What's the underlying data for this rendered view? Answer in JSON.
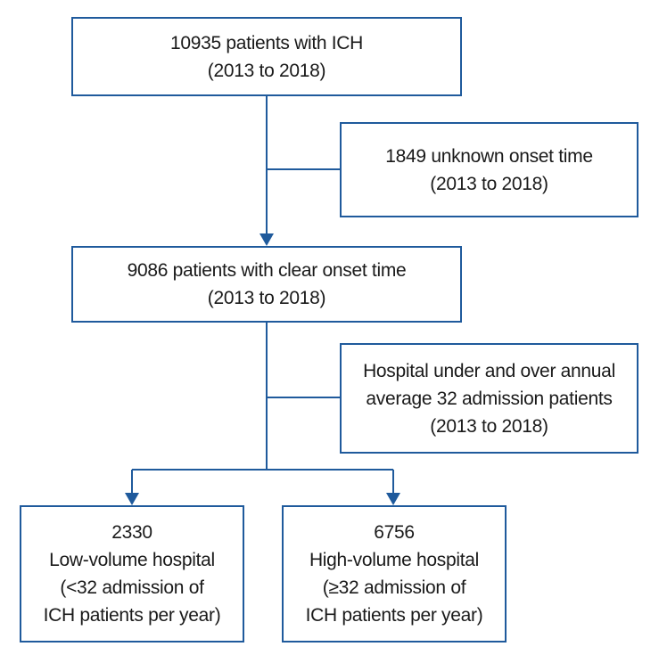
{
  "boxes": {
    "total": {
      "line1": "10935 patients with ICH",
      "line2": "(2013 to 2018)"
    },
    "excluded_unknown": {
      "line1": "1849 unknown onset time",
      "line2": "(2013 to 2018)"
    },
    "clear_onset": {
      "line1": "9086 patients with clear onset time",
      "line2": "(2013 to 2018)"
    },
    "hospital_threshold": {
      "line1": "Hospital under and over annual",
      "line2": "average 32 admission patients",
      "line3": "(2013 to 2018)"
    },
    "low_volume": {
      "count": "2330",
      "label": "Low-volume hospital",
      "criteria1": "(<32 admission of",
      "criteria2": "ICH patients per year)"
    },
    "high_volume": {
      "count": "6756",
      "label": "High-volume hospital",
      "criteria1": "(≥32 admission of",
      "criteria2": "ICH patients per year)"
    }
  },
  "colors": {
    "box_border": "#1f5a9c",
    "connector": "#1f5a9c",
    "text": "#1a1a1a",
    "background": "#ffffff"
  }
}
